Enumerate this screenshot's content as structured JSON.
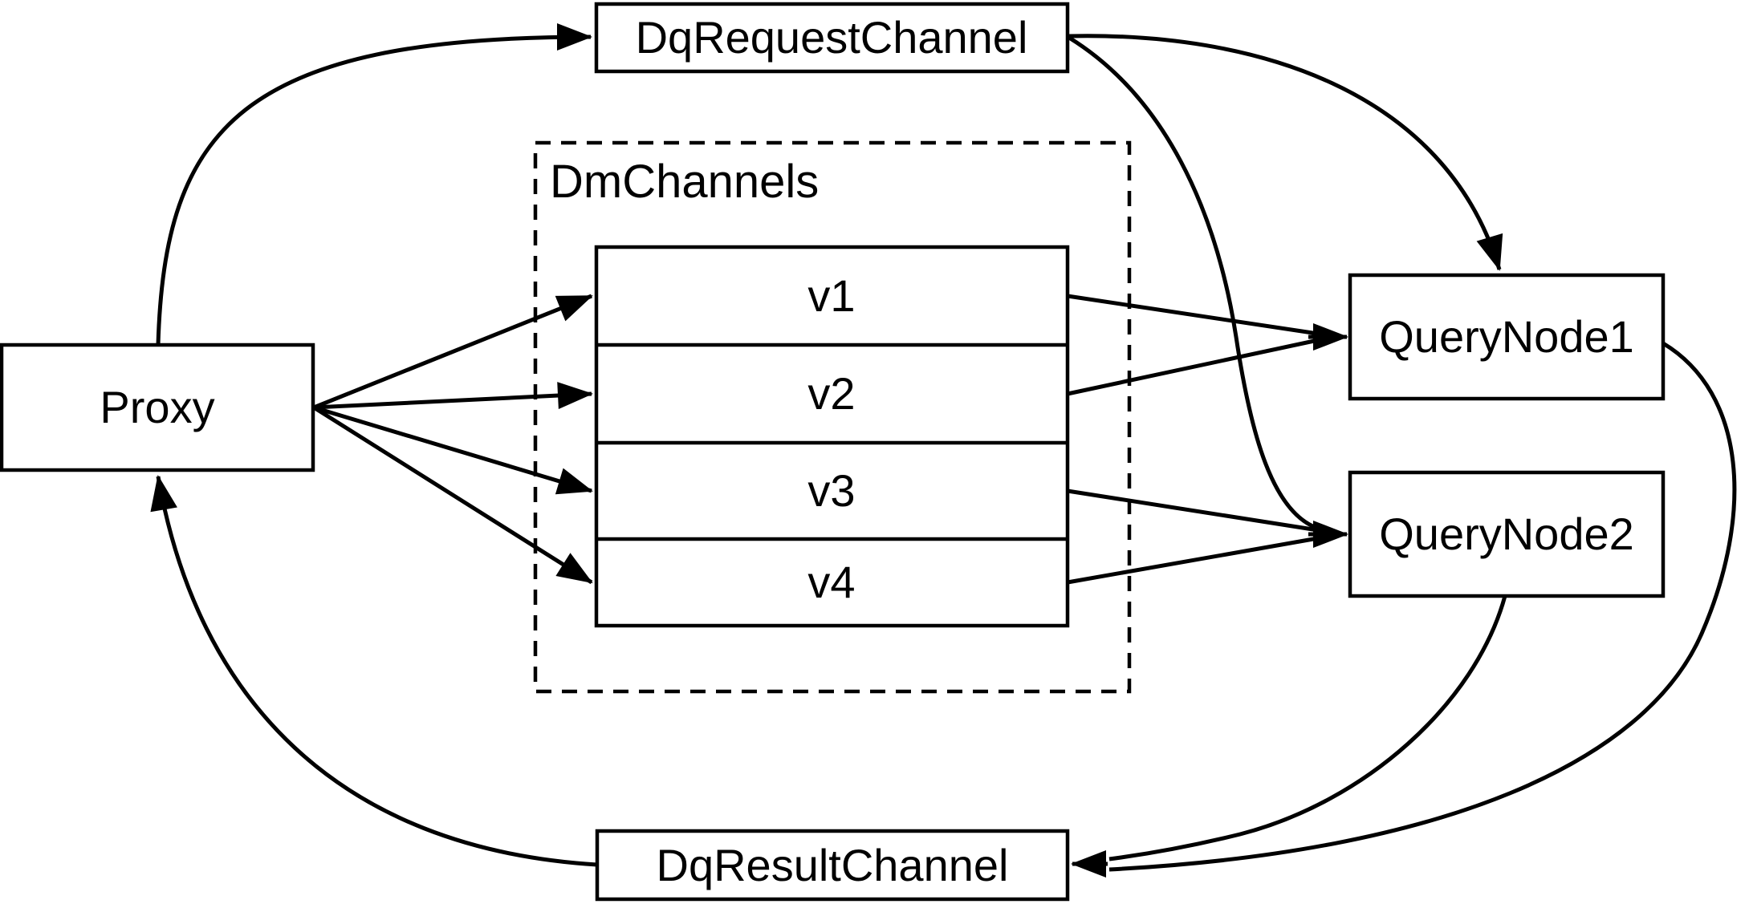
{
  "diagram": {
    "background_color": "#ffffff",
    "stroke_color": "#000000",
    "node_fill_color": "#ffffff",
    "nodes": {
      "proxy": {
        "label": "Proxy"
      },
      "dq_request_channel": {
        "label": "DqRequestChannel"
      },
      "dm_channels": {
        "label": "DmChannels",
        "channels": [
          {
            "label": "v1"
          },
          {
            "label": "v2"
          },
          {
            "label": "v3"
          },
          {
            "label": "v4"
          }
        ]
      },
      "query_node_1": {
        "label": "QueryNode1"
      },
      "query_node_2": {
        "label": "QueryNode2"
      },
      "dq_result_channel": {
        "label": "DqResultChannel"
      }
    },
    "edges": [
      {
        "from": "Proxy",
        "to": "DqRequestChannel"
      },
      {
        "from": "Proxy",
        "to": "v1"
      },
      {
        "from": "Proxy",
        "to": "v2"
      },
      {
        "from": "Proxy",
        "to": "v3"
      },
      {
        "from": "Proxy",
        "to": "v4"
      },
      {
        "from": "v1",
        "to": "QueryNode1"
      },
      {
        "from": "v2",
        "to": "QueryNode1"
      },
      {
        "from": "v3",
        "to": "QueryNode2"
      },
      {
        "from": "v4",
        "to": "QueryNode2"
      },
      {
        "from": "DqRequestChannel",
        "to": "QueryNode1"
      },
      {
        "from": "DqRequestChannel",
        "to": "QueryNode2"
      },
      {
        "from": "QueryNode1",
        "to": "DqResultChannel"
      },
      {
        "from": "QueryNode2",
        "to": "DqResultChannel"
      },
      {
        "from": "DqResultChannel",
        "to": "Proxy"
      }
    ]
  }
}
